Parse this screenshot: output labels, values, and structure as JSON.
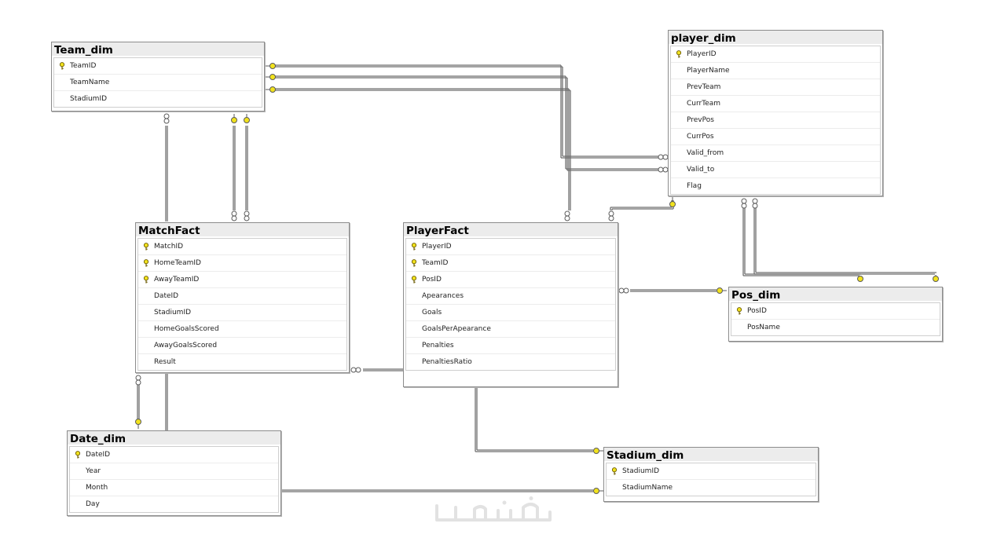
{
  "tables": {
    "team_dim": {
      "title": "Team_dim",
      "columns": [
        {
          "name": "TeamID",
          "key": true
        },
        {
          "name": "TeamName",
          "key": false
        },
        {
          "name": "StadiumID",
          "key": false
        }
      ]
    },
    "player_dim": {
      "title": "player_dim",
      "columns": [
        {
          "name": "PlayerID",
          "key": true
        },
        {
          "name": "PlayerName",
          "key": false
        },
        {
          "name": "PrevTeam",
          "key": false
        },
        {
          "name": "CurrTeam",
          "key": false
        },
        {
          "name": "PrevPos",
          "key": false
        },
        {
          "name": "CurrPos",
          "key": false
        },
        {
          "name": "Valid_from",
          "key": false
        },
        {
          "name": "Valid_to",
          "key": false
        },
        {
          "name": "Flag",
          "key": false
        }
      ]
    },
    "match_fact": {
      "title": "MatchFact",
      "columns": [
        {
          "name": "MatchID",
          "key": true
        },
        {
          "name": "HomeTeamID",
          "key": true
        },
        {
          "name": "AwayTeamID",
          "key": true
        },
        {
          "name": "DateID",
          "key": false
        },
        {
          "name": "StadiumID",
          "key": false
        },
        {
          "name": "HomeGoalsScored",
          "key": false
        },
        {
          "name": "AwayGoalsScored",
          "key": false
        },
        {
          "name": "Result",
          "key": false
        }
      ]
    },
    "player_fact": {
      "title": "PlayerFact",
      "columns": [
        {
          "name": "PlayerID",
          "key": true
        },
        {
          "name": "TeamID",
          "key": true
        },
        {
          "name": "PosID",
          "key": true
        },
        {
          "name": "Apearances",
          "key": false
        },
        {
          "name": "Goals",
          "key": false
        },
        {
          "name": "GoalsPerApearance",
          "key": false
        },
        {
          "name": "Penalties",
          "key": false
        },
        {
          "name": "PenaltiesRatio",
          "key": false
        }
      ]
    },
    "pos_dim": {
      "title": "Pos_dim",
      "columns": [
        {
          "name": "PosID",
          "key": true
        },
        {
          "name": "PosName",
          "key": false
        }
      ]
    },
    "date_dim": {
      "title": "Date_dim",
      "columns": [
        {
          "name": "DateID",
          "key": true
        },
        {
          "name": "Year",
          "key": false
        },
        {
          "name": "Month",
          "key": false
        },
        {
          "name": "Day",
          "key": false
        }
      ]
    },
    "stadium_dim": {
      "title": "Stadium_dim",
      "columns": [
        {
          "name": "StadiumID",
          "key": true
        },
        {
          "name": "StadiumName",
          "key": false
        }
      ]
    }
  },
  "colors": {
    "key_icon": "#f1e21d",
    "line": "#6e6e6e",
    "title_bar": "#ececec"
  },
  "watermark": {
    "text": "خمسات"
  }
}
